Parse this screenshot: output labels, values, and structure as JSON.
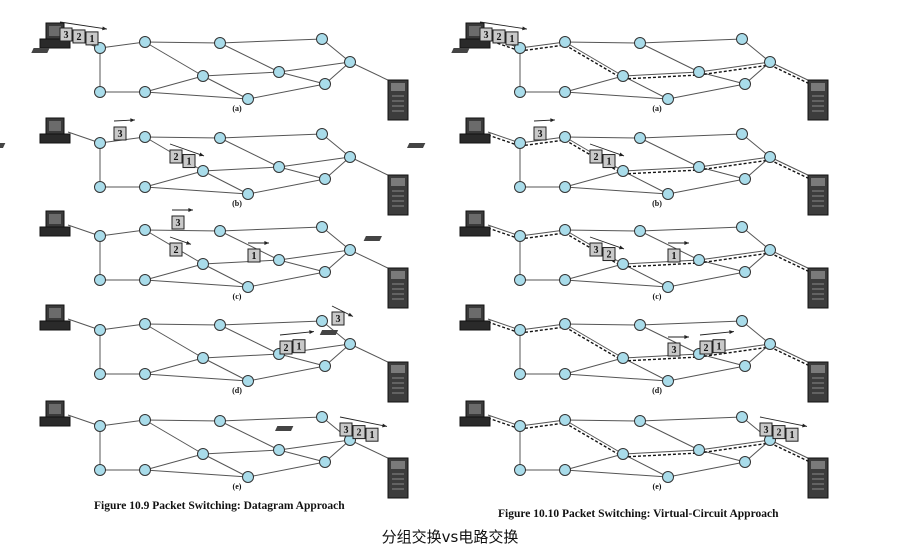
{
  "figures": [
    {
      "id": "datagram",
      "caption": "Figure 10.9  Packet Switching: Datagram Approach",
      "panels": [
        {
          "label": "(a)",
          "packets": [
            {
              "labels": [
                "3",
                "2",
                "1"
              ],
              "at": "host"
            }
          ]
        },
        {
          "label": "(b)",
          "packets": [
            {
              "labels": [
                "3"
              ],
              "at": "A-B"
            },
            {
              "labels": [
                "2",
                "1"
              ],
              "at": "B-D"
            }
          ]
        },
        {
          "label": "(c)",
          "packets": [
            {
              "labels": [
                "3"
              ],
              "at": "B-C"
            },
            {
              "labels": [
                "2"
              ],
              "at": "B-D"
            },
            {
              "labels": [
                "1"
              ],
              "at": "D-E"
            }
          ]
        },
        {
          "label": "(d)",
          "packets": [
            {
              "labels": [
                "2",
                "1"
              ],
              "at": "E-H"
            },
            {
              "labels": [
                "3"
              ],
              "at": "G-H"
            }
          ]
        },
        {
          "label": "(e)",
          "packets": [
            {
              "labels": [
                "3",
                "2",
                "1"
              ],
              "at": "server"
            }
          ]
        }
      ]
    },
    {
      "id": "virtual-circuit",
      "caption": "Figure 10.10  Packet Switching: Virtual-Circuit Approach",
      "panels": [
        {
          "label": "(a)",
          "packets": [
            {
              "labels": [
                "3",
                "2",
                "1"
              ],
              "at": "host"
            }
          ]
        },
        {
          "label": "(b)",
          "packets": [
            {
              "labels": [
                "3"
              ],
              "at": "A-B"
            },
            {
              "labels": [
                "2",
                "1"
              ],
              "at": "B-D"
            }
          ]
        },
        {
          "label": "(c)",
          "packets": [
            {
              "labels": [
                "3",
                "2"
              ],
              "at": "B-D"
            },
            {
              "labels": [
                "1"
              ],
              "at": "D-E"
            }
          ]
        },
        {
          "label": "(d)",
          "packets": [
            {
              "labels": [
                "3"
              ],
              "at": "D-E"
            },
            {
              "labels": [
                "2",
                "1"
              ],
              "at": "E-H"
            }
          ]
        },
        {
          "label": "(e)",
          "packets": [
            {
              "labels": [
                "3",
                "2",
                "1"
              ],
              "at": "server"
            }
          ]
        }
      ]
    }
  ],
  "bottom_title": "分组交换vs电路交换"
}
